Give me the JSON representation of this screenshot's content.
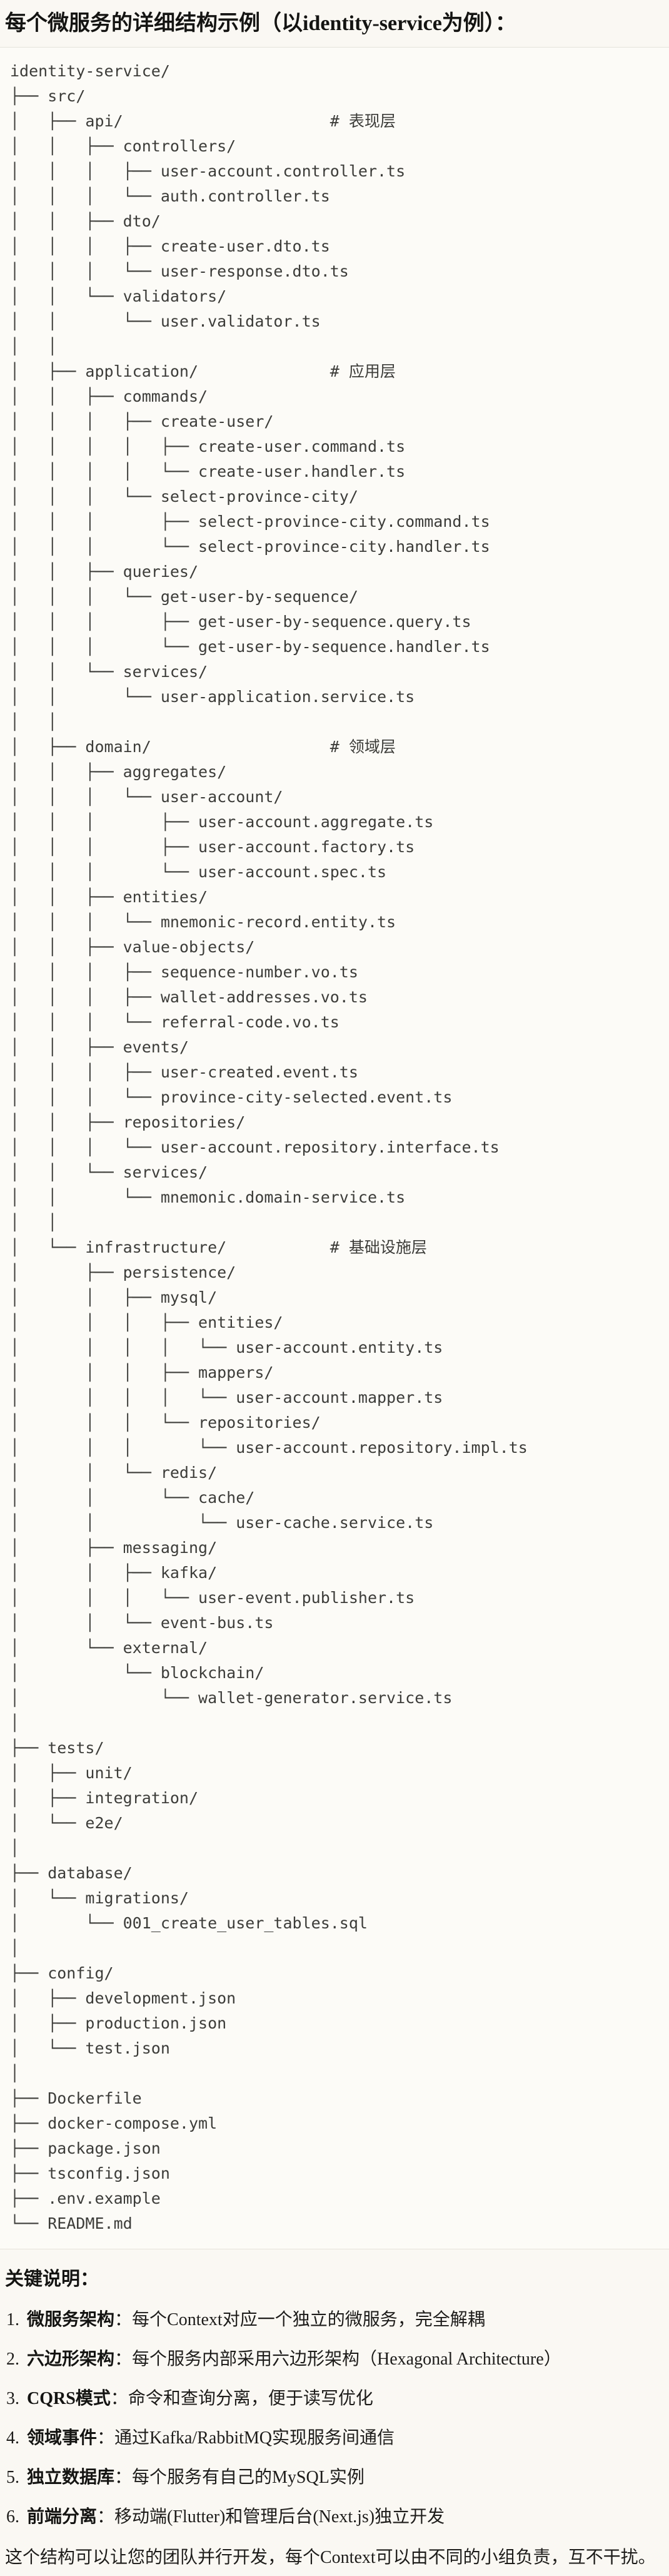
{
  "page": {
    "title": "每个微服务的详细结构示例（以identity-service为例）："
  },
  "colors": {
    "page_background": "#faf8f3",
    "code_background": "#fcfbf7",
    "code_border": "#e5e3db",
    "code_text": "#3c3c39",
    "heading_text": "#141412",
    "body_text": "#1d1c1a"
  },
  "tree": {
    "lines": [
      "identity-service/",
      "├── src/",
      "│   ├── api/                      # 表现层",
      "│   │   ├── controllers/",
      "│   │   │   ├── user-account.controller.ts",
      "│   │   │   └── auth.controller.ts",
      "│   │   ├── dto/",
      "│   │   │   ├── create-user.dto.ts",
      "│   │   │   └── user-response.dto.ts",
      "│   │   └── validators/",
      "│   │       └── user.validator.ts",
      "│   │",
      "│   ├── application/              # 应用层",
      "│   │   ├── commands/",
      "│   │   │   ├── create-user/",
      "│   │   │   │   ├── create-user.command.ts",
      "│   │   │   │   └── create-user.handler.ts",
      "│   │   │   └── select-province-city/",
      "│   │   │       ├── select-province-city.command.ts",
      "│   │   │       └── select-province-city.handler.ts",
      "│   │   ├── queries/",
      "│   │   │   └── get-user-by-sequence/",
      "│   │   │       ├── get-user-by-sequence.query.ts",
      "│   │   │       └── get-user-by-sequence.handler.ts",
      "│   │   └── services/",
      "│   │       └── user-application.service.ts",
      "│   │",
      "│   ├── domain/                   # 领域层",
      "│   │   ├── aggregates/",
      "│   │   │   └── user-account/",
      "│   │   │       ├── user-account.aggregate.ts",
      "│   │   │       ├── user-account.factory.ts",
      "│   │   │       └── user-account.spec.ts",
      "│   │   ├── entities/",
      "│   │   │   └── mnemonic-record.entity.ts",
      "│   │   ├── value-objects/",
      "│   │   │   ├── sequence-number.vo.ts",
      "│   │   │   ├── wallet-addresses.vo.ts",
      "│   │   │   └── referral-code.vo.ts",
      "│   │   ├── events/",
      "│   │   │   ├── user-created.event.ts",
      "│   │   │   └── province-city-selected.event.ts",
      "│   │   ├── repositories/",
      "│   │   │   └── user-account.repository.interface.ts",
      "│   │   └── services/",
      "│   │       └── mnemonic.domain-service.ts",
      "│   │",
      "│   └── infrastructure/           # 基础设施层",
      "│       ├── persistence/",
      "│       │   ├── mysql/",
      "│       │   │   ├── entities/",
      "│       │   │   │   └── user-account.entity.ts",
      "│       │   │   ├── mappers/",
      "│       │   │   │   └── user-account.mapper.ts",
      "│       │   │   └── repositories/",
      "│       │   │       └── user-account.repository.impl.ts",
      "│       │   └── redis/",
      "│       │       └── cache/",
      "│       │           └── user-cache.service.ts",
      "│       ├── messaging/",
      "│       │   ├── kafka/",
      "│       │   │   └── user-event.publisher.ts",
      "│       │   └── event-bus.ts",
      "│       └── external/",
      "│           └── blockchain/",
      "│               └── wallet-generator.service.ts",
      "│",
      "├── tests/",
      "│   ├── unit/",
      "│   ├── integration/",
      "│   └── e2e/",
      "│",
      "├── database/",
      "│   └── migrations/",
      "│       └── 001_create_user_tables.sql",
      "│",
      "├── config/",
      "│   ├── development.json",
      "│   ├── production.json",
      "│   └── test.json",
      "│",
      "├── Dockerfile",
      "├── docker-compose.yml",
      "├── package.json",
      "├── tsconfig.json",
      "├── .env.example",
      "└── README.md"
    ]
  },
  "notes": {
    "heading": "关键说明：",
    "items": [
      {
        "num": "1.",
        "label": "微服务架构",
        "sep": "：",
        "text": "每个Context对应一个独立的微服务，完全解耦"
      },
      {
        "num": "2.",
        "label": "六边形架构",
        "sep": "：",
        "text": "每个服务内部采用六边形架构（Hexagonal Architecture）"
      },
      {
        "num": "3.",
        "label": "CQRS模式",
        "sep": "：",
        "text": "命令和查询分离，便于读写优化"
      },
      {
        "num": "4.",
        "label": "领域事件",
        "sep": "：",
        "text": "通过Kafka/RabbitMQ实现服务间通信"
      },
      {
        "num": "5.",
        "label": "独立数据库",
        "sep": "：",
        "text": "每个服务有自己的MySQL实例"
      },
      {
        "num": "6.",
        "label": "前端分离",
        "sep": "：",
        "text": "移动端(Flutter)和管理后台(Next.js)独立开发"
      }
    ],
    "footer": "这个结构可以让您的团队并行开发，每个Context可以由不同的小组负责，互不干扰。"
  }
}
